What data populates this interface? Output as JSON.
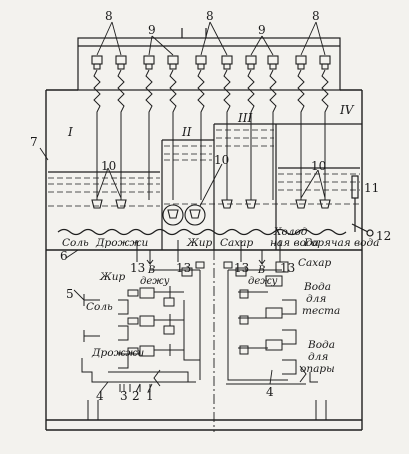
{
  "numbers": {
    "n8a": "8",
    "n9a": "9",
    "n8b": "8",
    "n9b": "9",
    "n8c": "8",
    "n7": "7",
    "n10a": "10",
    "n10b": "10",
    "n10c": "10",
    "n11": "11",
    "n12": "12",
    "n6": "6",
    "n5": "5",
    "n13a": "13",
    "n13b": "13",
    "n13c": "13",
    "n13d": "13",
    "n4a": "4",
    "n3": "3",
    "n2": "2",
    "n1": "1",
    "n4b": "4"
  },
  "compartments": {
    "c1": "I",
    "c2": "II",
    "c3": "III",
    "c4": "IV"
  },
  "tank_labels": {
    "salt": "Соль",
    "yeast": "Дрожжи",
    "fat": "Жир",
    "sugar": "Сахар",
    "cold_water_1": "Холод",
    "cold_water_2": "ная вода",
    "hot_water": "Горячая вода"
  },
  "to_dough": {
    "left_1": "В",
    "left_2": "дежу",
    "right_1": "В",
    "right_2": "дежу"
  },
  "dispenser_labels": {
    "fat": "Жир",
    "salt": "Соль",
    "yeast": "Дрожжи",
    "sugar": "Сахар",
    "water_dough_1": "Вода",
    "water_dough_2": "для",
    "water_dough_3": "теста",
    "water_sponge_1": "Вода",
    "water_sponge_2": "для",
    "water_sponge_3": "опары"
  }
}
